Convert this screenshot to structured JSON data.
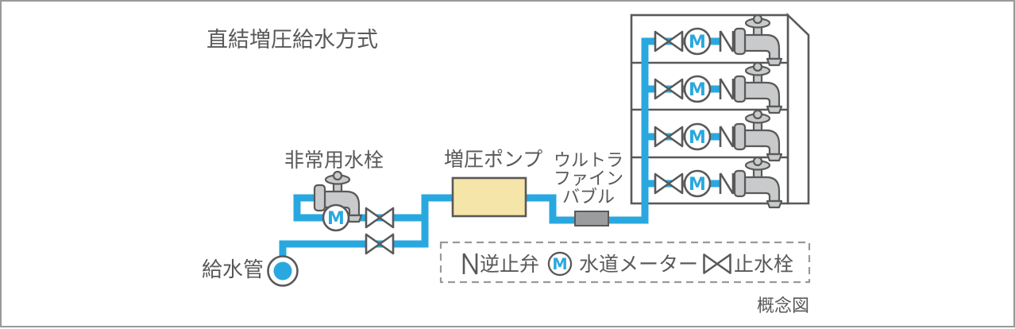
{
  "colors": {
    "pipe": "#29A8E0",
    "outline": "#595959",
    "text": "#595959",
    "metal": "#C9CACB",
    "pump_fill": "#F6E5A9",
    "ufb_fill": "#9B9C9E",
    "dash_border": "#999999",
    "frame_border": "#999999",
    "background": "#FFFFFF"
  },
  "diagram": {
    "title": "直結増圧給水方式",
    "caption": "概念図",
    "supply_pipe_label": "給水管",
    "emergency_tap_label": "非常用水栓",
    "booster_pump_label": "増圧ポンプ",
    "ufb_label_lines": [
      "ウルトラ",
      "ファイン",
      "バブル"
    ],
    "meter_letter": "M",
    "building": {
      "floors": 4
    },
    "legend": {
      "items": [
        {
          "icon": "check-valve-icon",
          "label": "逆止弁"
        },
        {
          "icon": "water-meter-icon",
          "label": "水道メーター"
        },
        {
          "icon": "stop-valve-icon",
          "label": "止水栓"
        }
      ]
    }
  }
}
